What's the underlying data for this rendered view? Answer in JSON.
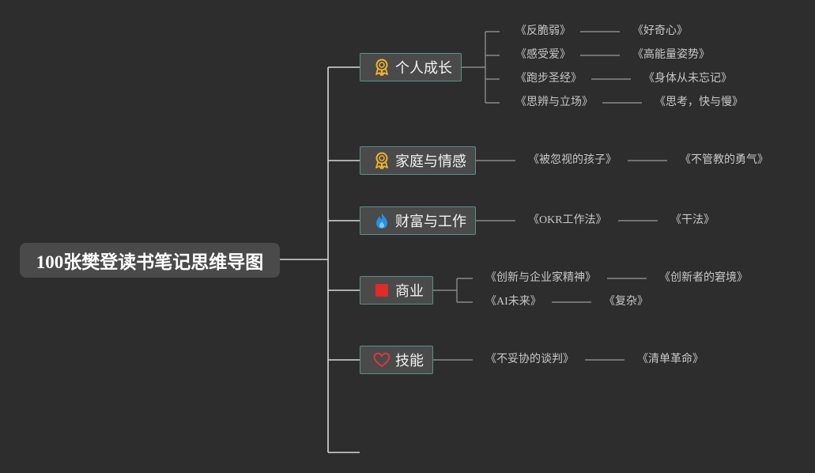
{
  "root": {
    "title": "100张樊登读书笔记思维导图"
  },
  "branches": [
    {
      "label": "个人成长",
      "icon": "medal-icon",
      "books": [
        [
          "《反脆弱》",
          "《好奇心》"
        ],
        [
          "《感受爱》",
          "《高能量姿势》"
        ],
        [
          "《跑步圣经》",
          "《身体从未忘记》"
        ],
        [
          "《思辨与立场》",
          "《思考，快与慢》"
        ]
      ]
    },
    {
      "label": "家庭与情感",
      "icon": "medal-icon",
      "books": [
        [
          "《被忽视的孩子》",
          "《不管教的勇气》"
        ]
      ]
    },
    {
      "label": "财富与工作",
      "icon": "flame-icon",
      "books": [
        [
          "《OKR工作法》",
          "《干法》"
        ]
      ]
    },
    {
      "label": "商业",
      "icon": "red-square-icon",
      "books": [
        [
          "《创新与企业家精神》",
          "《创新者的窘境》"
        ],
        [
          "《AI未来》",
          "《复杂》"
        ]
      ]
    },
    {
      "label": "技能",
      "icon": "heart-icon",
      "books": [
        [
          "《不妥协的谈判》",
          "《清单革命》"
        ]
      ]
    }
  ],
  "colors": {
    "background": "#2d2d2d",
    "node": "#4a4a4a",
    "node_border": "#5d8f86",
    "line": "#d8d8d8",
    "leaf_text": "#c8c8c8"
  }
}
